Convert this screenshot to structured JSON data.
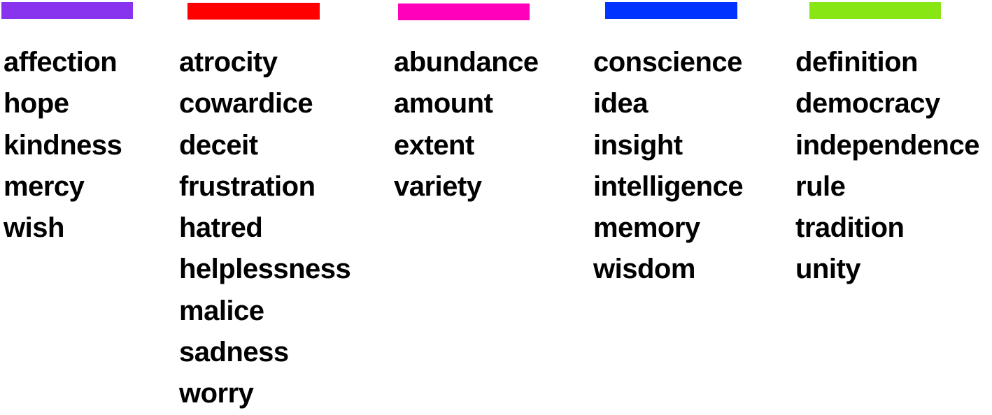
{
  "categories": [
    {
      "color": "#8833ee",
      "words": [
        "affection",
        "hope",
        "kindness",
        "mercy",
        "wish"
      ]
    },
    {
      "color": "#ff0000",
      "words": [
        "atrocity",
        "cowardice",
        "deceit",
        "frustration",
        "hatred",
        "helplessness",
        "malice",
        "sadness",
        "worry"
      ]
    },
    {
      "color": "#ff00bb",
      "words": [
        "abundance",
        "amount",
        "extent",
        "variety"
      ]
    },
    {
      "color": "#0033ff",
      "words": [
        "conscience",
        "idea",
        "insight",
        "intelligence",
        "memory",
        "wisdom"
      ]
    },
    {
      "color": "#88e614",
      "words": [
        "definition",
        "democracy",
        "independence",
        "rule",
        "tradition",
        "unity"
      ]
    }
  ]
}
